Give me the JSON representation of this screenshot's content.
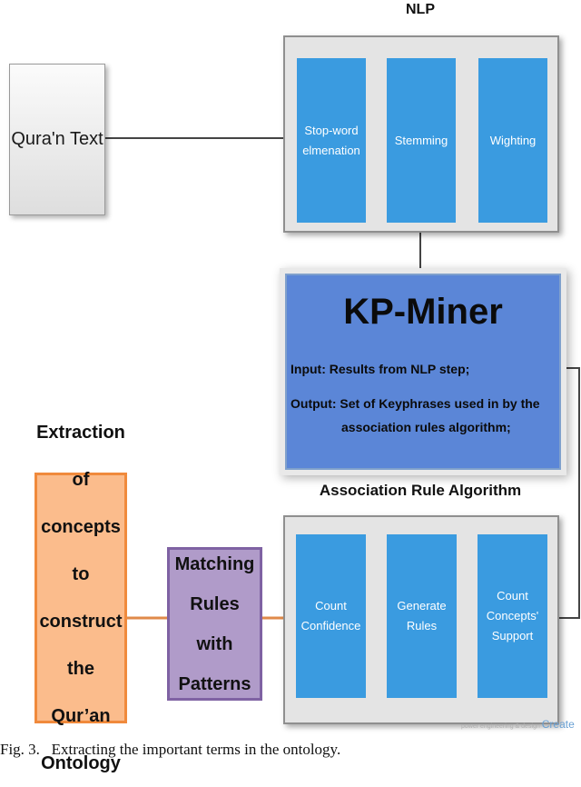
{
  "nlp": {
    "title": "NLP",
    "steps": [
      "Stop-word\nelmenation",
      "Stemming",
      "Wighting"
    ]
  },
  "source": {
    "label": "Qura'n Text"
  },
  "kp_miner": {
    "title": "KP-Miner",
    "input": "Input: Results from NLP step;",
    "output_1": "Output: Set of Keyphrases used in by the",
    "output_2": "association rules algorithm;"
  },
  "association": {
    "title": "Association Rule Algorithm",
    "steps": [
      "Count\nConfidence",
      "Generate\nRules",
      "Count\nConcepts'\nSupport"
    ]
  },
  "matching": {
    "label": "Matching\nRules with\nPatterns"
  },
  "extraction": {
    "label": "Extraction\nof concepts\nto construct\nthe Qur’an\nOntology"
  },
  "watermark": {
    "small": "power engineering & design",
    "brand": "Create"
  },
  "caption": "Fig. 3.   Extracting the important terms in the ontology.",
  "colors": {
    "step_blue": "#3a9be0",
    "kp_blue": "#5b86d7",
    "orange_fill": "#fbbc8c",
    "orange_border": "#f08a3c",
    "purple_fill": "#b09bc9",
    "purple_border": "#7f62a3",
    "connector_orange": "#e08a4a",
    "connector_gray": "#444444"
  }
}
